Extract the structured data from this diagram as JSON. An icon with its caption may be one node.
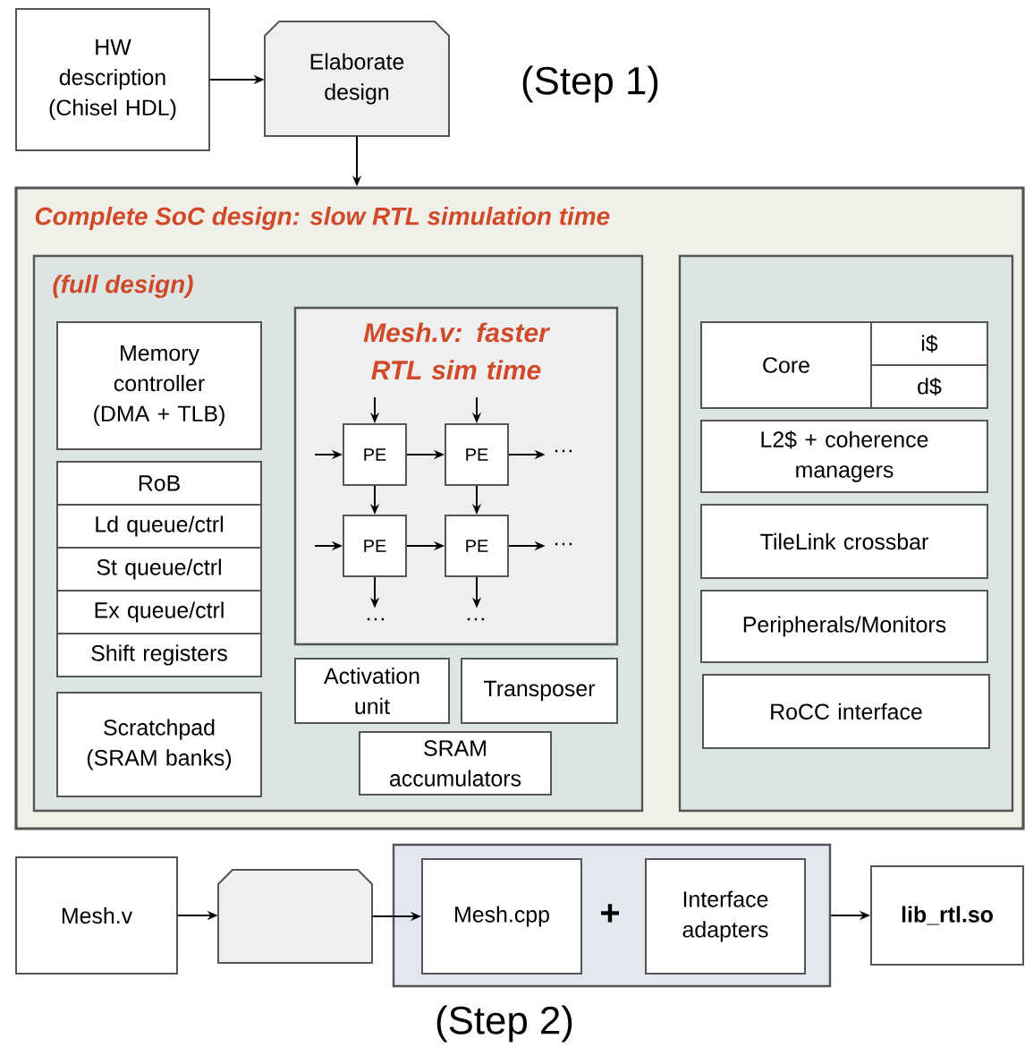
{
  "diagram": {
    "nodes": [
      {
        "text": [
          "HW description (Chisel HDL)"
        ]
      },
      {
        "text": [
          "Elaborate design"
        ]
      },
      {
        "text": [
          "Complete SoC design: slow RTL simulation time"
        ]
      },
      {
        "text": [
          "(full design)"
        ],
        "in": 2
      },
      {
        "text": [
          "Memory controller (DMA + TLB)"
        ],
        "in": 3
      },
      {
        "text": [
          "RoB"
        ],
        "in": 3
      },
      {
        "text": [
          "Ld queue/ctrl"
        ],
        "in": 3
      },
      {
        "text": [
          "St queue/ctrl"
        ],
        "in": 3
      },
      {
        "text": [
          "Ex queue/ctrl"
        ],
        "in": 3
      },
      {
        "text": [
          "Shift registers"
        ],
        "in": 3
      },
      {
        "text": [
          "Scratchpad (SRAM banks)"
        ],
        "in": 3
      },
      {
        "text": [
          "Mesh.v: faster RTL sim time"
        ],
        "in": 3
      },
      {
        "text": [
          "PE"
        ],
        "in": 11
      },
      {
        "text": [
          "PE"
        ],
        "in": 11
      },
      {
        "text": [
          "PE"
        ],
        "in": 11
      },
      {
        "text": [
          "PE"
        ],
        "in": 11
      },
      {
        "text": [
          "Activation unit"
        ],
        "in": 3
      },
      {
        "text": [
          "Transposer"
        ],
        "in": 3
      },
      {
        "text": [
          "SRAM accumulators"
        ],
        "in": 3
      },
      {
        "text": [],
        "shape": "box",
        "in": 2
      },
      {
        "text": [
          "Core"
        ],
        "in": 19
      },
      {
        "text": [
          "i$"
        ],
        "in": 19
      },
      {
        "text": [
          "d$"
        ],
        "in": 19
      },
      {
        "text": [
          "L2$ + coherence managers"
        ],
        "in": 19
      },
      {
        "text": [
          "TileLink crossbar"
        ],
        "in": 19
      },
      {
        "text": [
          "Peripherals/Monitors"
        ],
        "in": 19
      },
      {
        "text": [
          "RoCC interface"
        ],
        "in": 19
      },
      {
        "text": [
          "Mesh.v"
        ]
      },
      {
        "text": [],
        "shape": "box"
      },
      {
        "text": [],
        "shape": "box"
      },
      {
        "text": [
          "Mesh.cpp"
        ],
        "in": 29
      },
      {
        "text": [
          "Interface adapters"
        ],
        "in": 29
      },
      {
        "text": [
          "lib_rtl.so"
        ]
      },
      {
        "text": [
          "…"
        ],
        "in": 11
      },
      {
        "text": [
          "…"
        ],
        "in": 11
      },
      {
        "text": [
          "…"
        ],
        "in": 11
      },
      {
        "text": [
          "…"
        ],
        "in": 11
      }
    ],
    "edges": [
      {
        "from": 0,
        "to": 1,
        "arrow": "to"
      },
      {
        "from": 1,
        "to": 2,
        "arrow": "to"
      },
      {
        "from": null,
        "to": 12,
        "arrow": "to"
      },
      {
        "from": null,
        "to": 13,
        "arrow": "to"
      },
      {
        "from": null,
        "to": 12,
        "arrow": "to"
      },
      {
        "from": 12,
        "to": 13,
        "arrow": "to"
      },
      {
        "from": 13,
        "to": 33,
        "arrow": "to"
      },
      {
        "from": 12,
        "to": 14,
        "arrow": "to"
      },
      {
        "from": 13,
        "to": 15,
        "arrow": "to"
      },
      {
        "from": null,
        "to": 14,
        "arrow": "to"
      },
      {
        "from": 14,
        "to": 15,
        "arrow": "to"
      },
      {
        "from": 15,
        "to": 34,
        "arrow": "to"
      },
      {
        "from": 14,
        "to": 35,
        "arrow": "to"
      },
      {
        "from": 15,
        "to": 36,
        "arrow": "to"
      },
      {
        "from": 27,
        "to": 28,
        "arrow": "to"
      },
      {
        "from": 28,
        "to": 30,
        "arrow": "to"
      },
      {
        "from": 29,
        "to": 32,
        "arrow": "to"
      }
    ],
    "labels": [
      "(Step 1)",
      "+",
      "(Step 2)"
    ]
  }
}
